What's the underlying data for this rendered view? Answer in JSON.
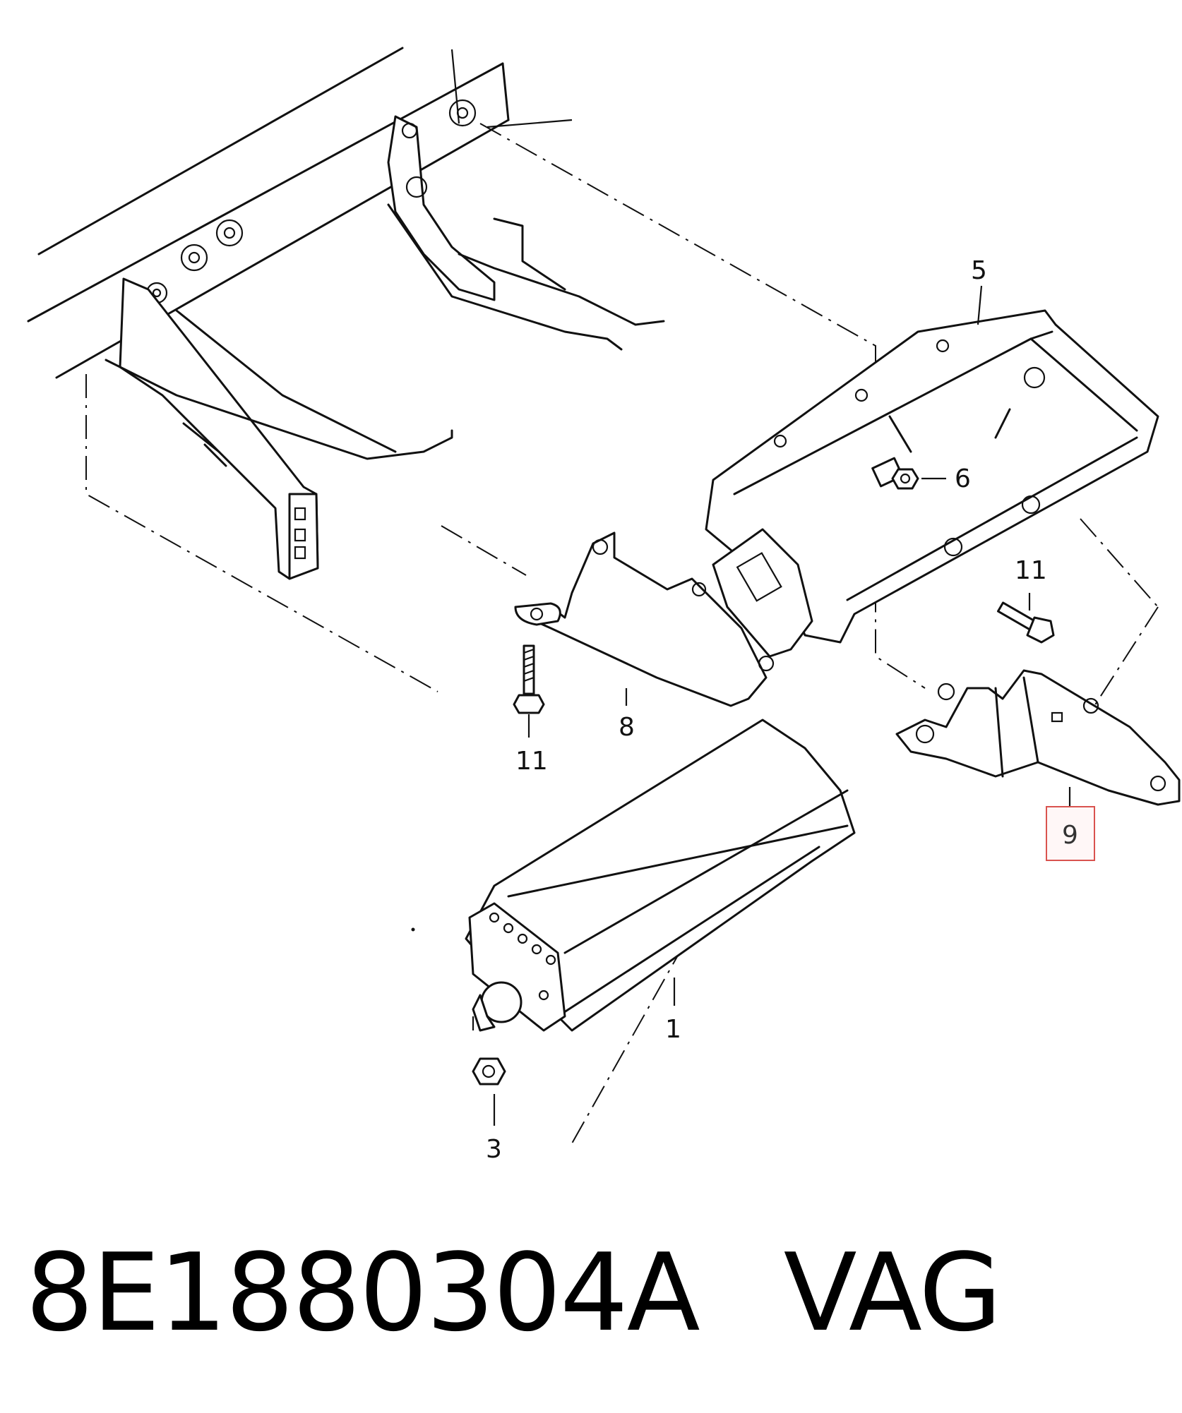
{
  "callouts": {
    "c1": "1",
    "c3": "3",
    "c5": "5",
    "c6": "6",
    "c8": "8",
    "c9": "9",
    "c11a": "11",
    "c11b": "11"
  },
  "highlight_color": "#d9534f",
  "caption": {
    "part_number": "8E1880304A",
    "manufacturer": "VAG"
  }
}
